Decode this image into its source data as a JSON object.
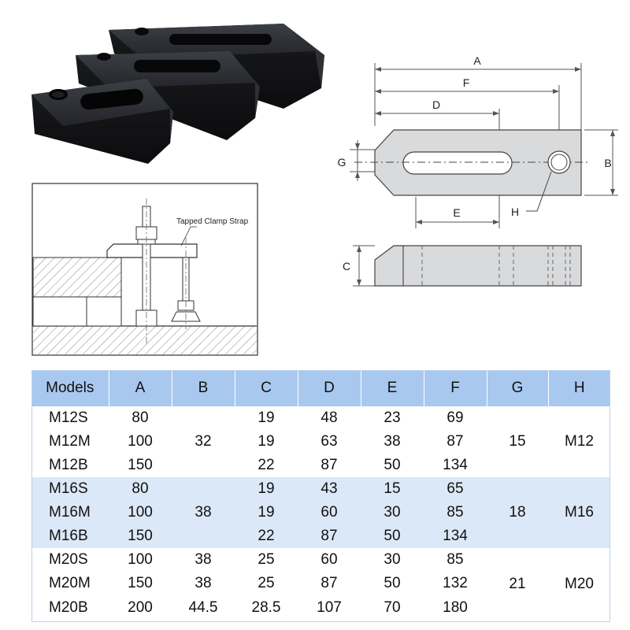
{
  "diagram": {
    "callout_label": "Tapped Clamp Strap",
    "dimension_labels": {
      "A": "A",
      "F": "F",
      "D": "D",
      "G": "G",
      "B": "B",
      "E": "E",
      "H": "H",
      "C": "C"
    }
  },
  "table": {
    "headers": [
      "Models",
      "A",
      "B",
      "C",
      "D",
      "E",
      "F",
      "G",
      "H"
    ],
    "groups": [
      {
        "rows": [
          {
            "model": "M12S",
            "A": "80",
            "C": "19",
            "D": "48",
            "E": "23",
            "F": "69"
          },
          {
            "model": "M12M",
            "A": "100",
            "C": "19",
            "D": "63",
            "E": "38",
            "F": "87"
          },
          {
            "model": "M12B",
            "A": "150",
            "C": "22",
            "D": "87",
            "E": "50",
            "F": "134"
          }
        ],
        "B": "32",
        "G": "15",
        "H": "M12"
      },
      {
        "rows": [
          {
            "model": "M16S",
            "A": "80",
            "C": "19",
            "D": "43",
            "E": "15",
            "F": "65"
          },
          {
            "model": "M16M",
            "A": "100",
            "C": "19",
            "D": "60",
            "E": "30",
            "F": "85"
          },
          {
            "model": "M16B",
            "A": "150",
            "C": "22",
            "D": "87",
            "E": "50",
            "F": "134"
          }
        ],
        "B": "38",
        "G": "18",
        "H": "M16"
      },
      {
        "rows": [
          {
            "model": "M20S",
            "A": "100",
            "B": "38",
            "C": "25",
            "D": "60",
            "E": "30",
            "F": "85"
          },
          {
            "model": "M20M",
            "A": "150",
            "B": "38",
            "C": "25",
            "D": "87",
            "E": "50",
            "F": "132"
          },
          {
            "model": "M20B",
            "A": "200",
            "B": "44.5",
            "C": "28.5",
            "D": "107",
            "E": "70",
            "F": "180"
          }
        ],
        "G": "21",
        "H": "M20"
      }
    ]
  }
}
